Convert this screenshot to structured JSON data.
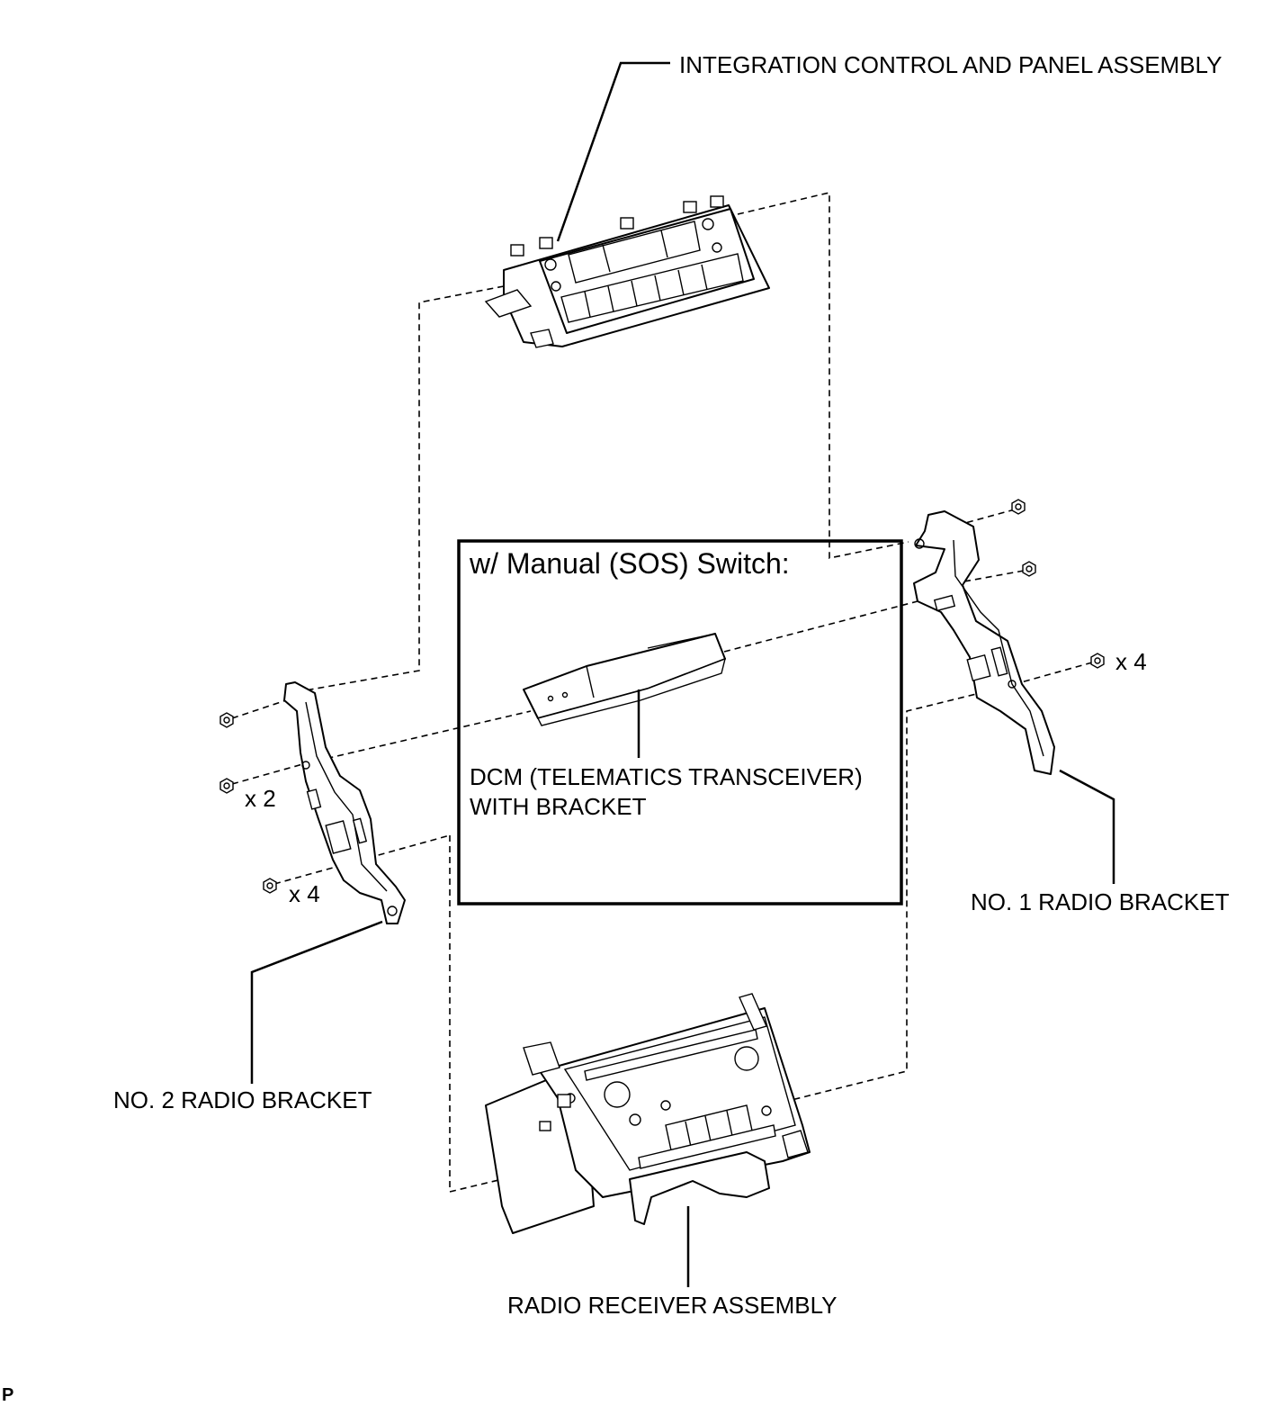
{
  "labels": {
    "integration_panel": "INTEGRATION CONTROL AND PANEL ASSEMBLY",
    "no1_bracket": "NO. 1 RADIO BRACKET",
    "no2_bracket": "NO. 2 RADIO BRACKET",
    "radio_receiver": "RADIO RECEIVER ASSEMBLY",
    "dcm_line1": "DCM (TELEMATICS TRANSCEIVER)",
    "dcm_line2": "WITH BRACKET",
    "inset_title": "w/ Manual (SOS) Switch:",
    "qty_right_x4": "x 4",
    "qty_left_x2": "x 2",
    "qty_left_x4": "x 4",
    "corner_code": "P"
  },
  "icons": [
    "integration-panel-icon",
    "dcm-icon",
    "radio-receiver-icon",
    "no1-bracket-icon",
    "no2-bracket-icon",
    "screw-icon"
  ]
}
